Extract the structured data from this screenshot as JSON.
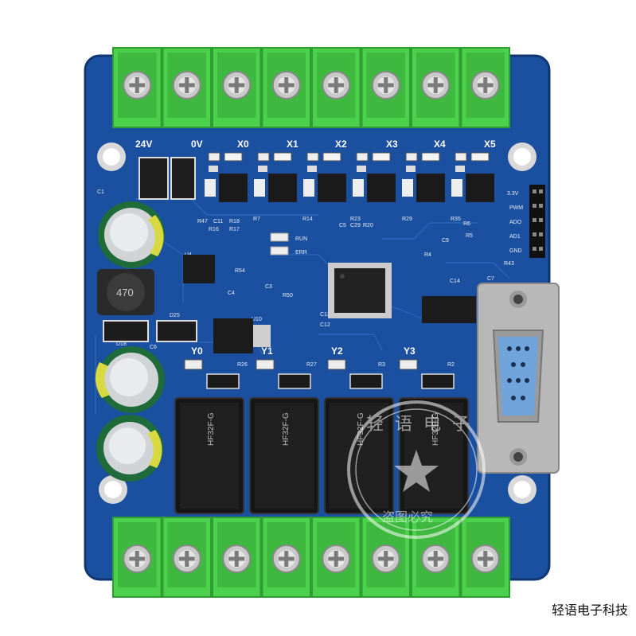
{
  "colors": {
    "pcb": "#1b4fa0",
    "pcb_dark": "#153f85",
    "terminal_green": "#4bd14b",
    "terminal_dark": "#2f9e32",
    "screw_metal": "#c9c9c9",
    "relay_black": "#161616",
    "capacitor_green": "#1f6b3a",
    "db9_metal": "#b8b8b8",
    "db9_blue": "#6fa3d9"
  },
  "board": {
    "input_labels": [
      "24V",
      "0V",
      "X0",
      "X1",
      "X2",
      "X3",
      "X4",
      "X5"
    ],
    "output_labels": [
      "Y0",
      "Y1",
      "Y2",
      "Y3"
    ],
    "header_labels": [
      "3.3V",
      "PWM",
      "ADO",
      "AD1",
      "GND"
    ],
    "led_labels": [
      "RUN",
      "ERR"
    ],
    "component_refs": [
      "C1",
      "R47",
      "C11",
      "R18",
      "R16",
      "R17",
      "U4",
      "R54",
      "C3",
      "C4",
      "U10",
      "D25",
      "D18",
      "C6",
      "R50",
      "C13",
      "C12",
      "C5",
      "C29",
      "R20",
      "R23",
      "R29",
      "R35",
      "R7",
      "R14",
      "R26",
      "R27",
      "R3",
      "R2",
      "R4",
      "C9",
      "C14",
      "C7",
      "R5",
      "R6",
      "R43"
    ],
    "inductor_marking": "470",
    "relay_model": "HF32F-G",
    "relay_count": 4,
    "top_terminal_count": 8,
    "bottom_terminal_count": 8
  },
  "stamp": {
    "ring_text": "轻语电子",
    "bottom_text": "盗图必究"
  },
  "watermark": "轻语电子科技"
}
